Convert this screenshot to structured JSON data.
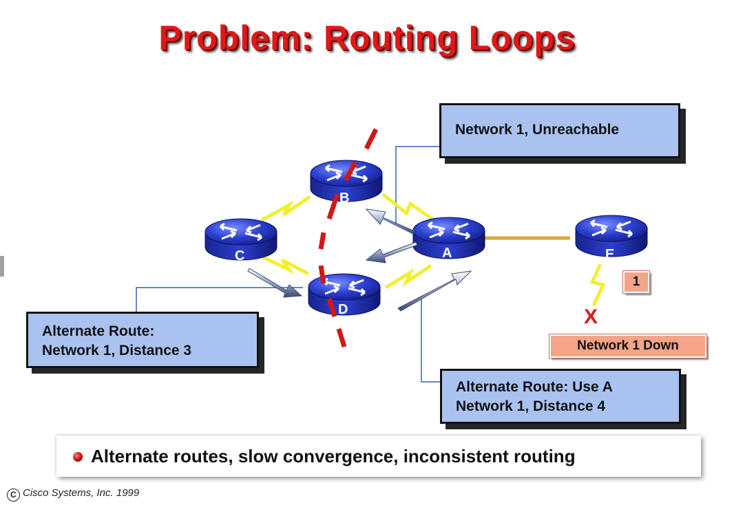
{
  "title": "Problem:  Routing Loops",
  "routers": [
    {
      "id": "A",
      "label": "A"
    },
    {
      "id": "B",
      "label": "B"
    },
    {
      "id": "C",
      "label": "C"
    },
    {
      "id": "D",
      "label": "D"
    },
    {
      "id": "E",
      "label": "E"
    }
  ],
  "callouts": {
    "unreachable": "Network 1, Unreachable",
    "alt_route_c_line1": "Alternate Route:",
    "alt_route_c_line2": "Network 1, Distance 3",
    "alt_route_a_line1": "Alternate Route:  Use A",
    "alt_route_a_line2": "Network 1, Distance 4"
  },
  "network_tag": "1",
  "network_down_marker": "X",
  "network_down_label": "Network 1 Down",
  "bullet": "Alternate routes, slow convergence, inconsistent routing",
  "copyright": {
    "symbol": "C",
    "text": "Cisco Systems, Inc. 1999"
  },
  "colors": {
    "title": "#e01818",
    "router": "#2b3fd0",
    "serial_link": "#f0f030",
    "ethernet_link": "#d9a840",
    "callout_fill": "#a9c2f0",
    "tag_fill": "#f4a488",
    "break_mark": "#d01818"
  }
}
